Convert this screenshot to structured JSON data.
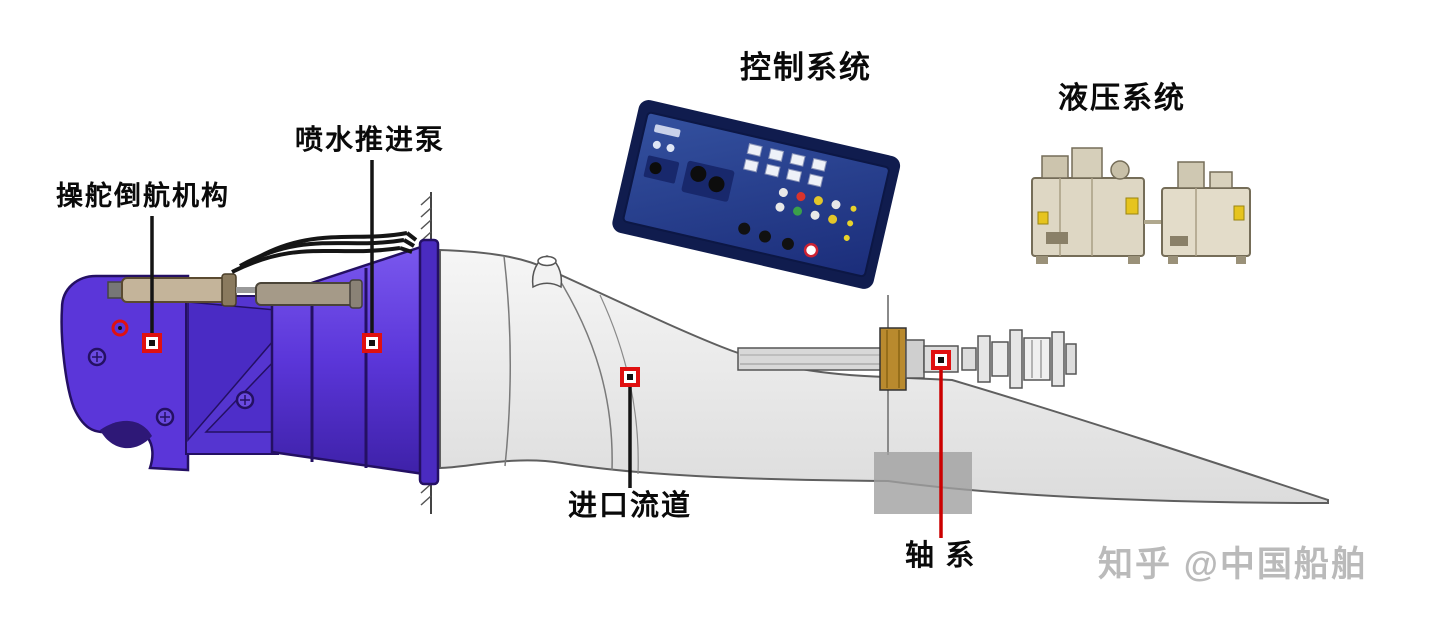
{
  "labels": {
    "steering_reversing": "操舵倒航机构",
    "waterjet_pump": "喷水推进泵",
    "control_system": "控制系统",
    "hydraulic_system": "液压系统",
    "inlet_duct": "进口流道",
    "shafting": "轴 系"
  },
  "watermark": "知乎 @中国船舶",
  "colors": {
    "pump_body": "#5b36d9",
    "pump_mid": "#4a2bc4",
    "pump_dark": "#241063",
    "duct_gray": "#ececec",
    "duct_line": "#5f5f5f",
    "marker_red": "#e01010",
    "leader_black": "#141414",
    "leader_red": "#cc0000",
    "panel_blue": "#2743a8",
    "panel_blue_dark": "#101c4e",
    "hydraulic_beige": "#ded7c4",
    "hydraulic_edge": "#756d58",
    "brass": "#b98a2e",
    "steel_gray": "#d8d8d8",
    "watermark_gray": "#bababa"
  }
}
